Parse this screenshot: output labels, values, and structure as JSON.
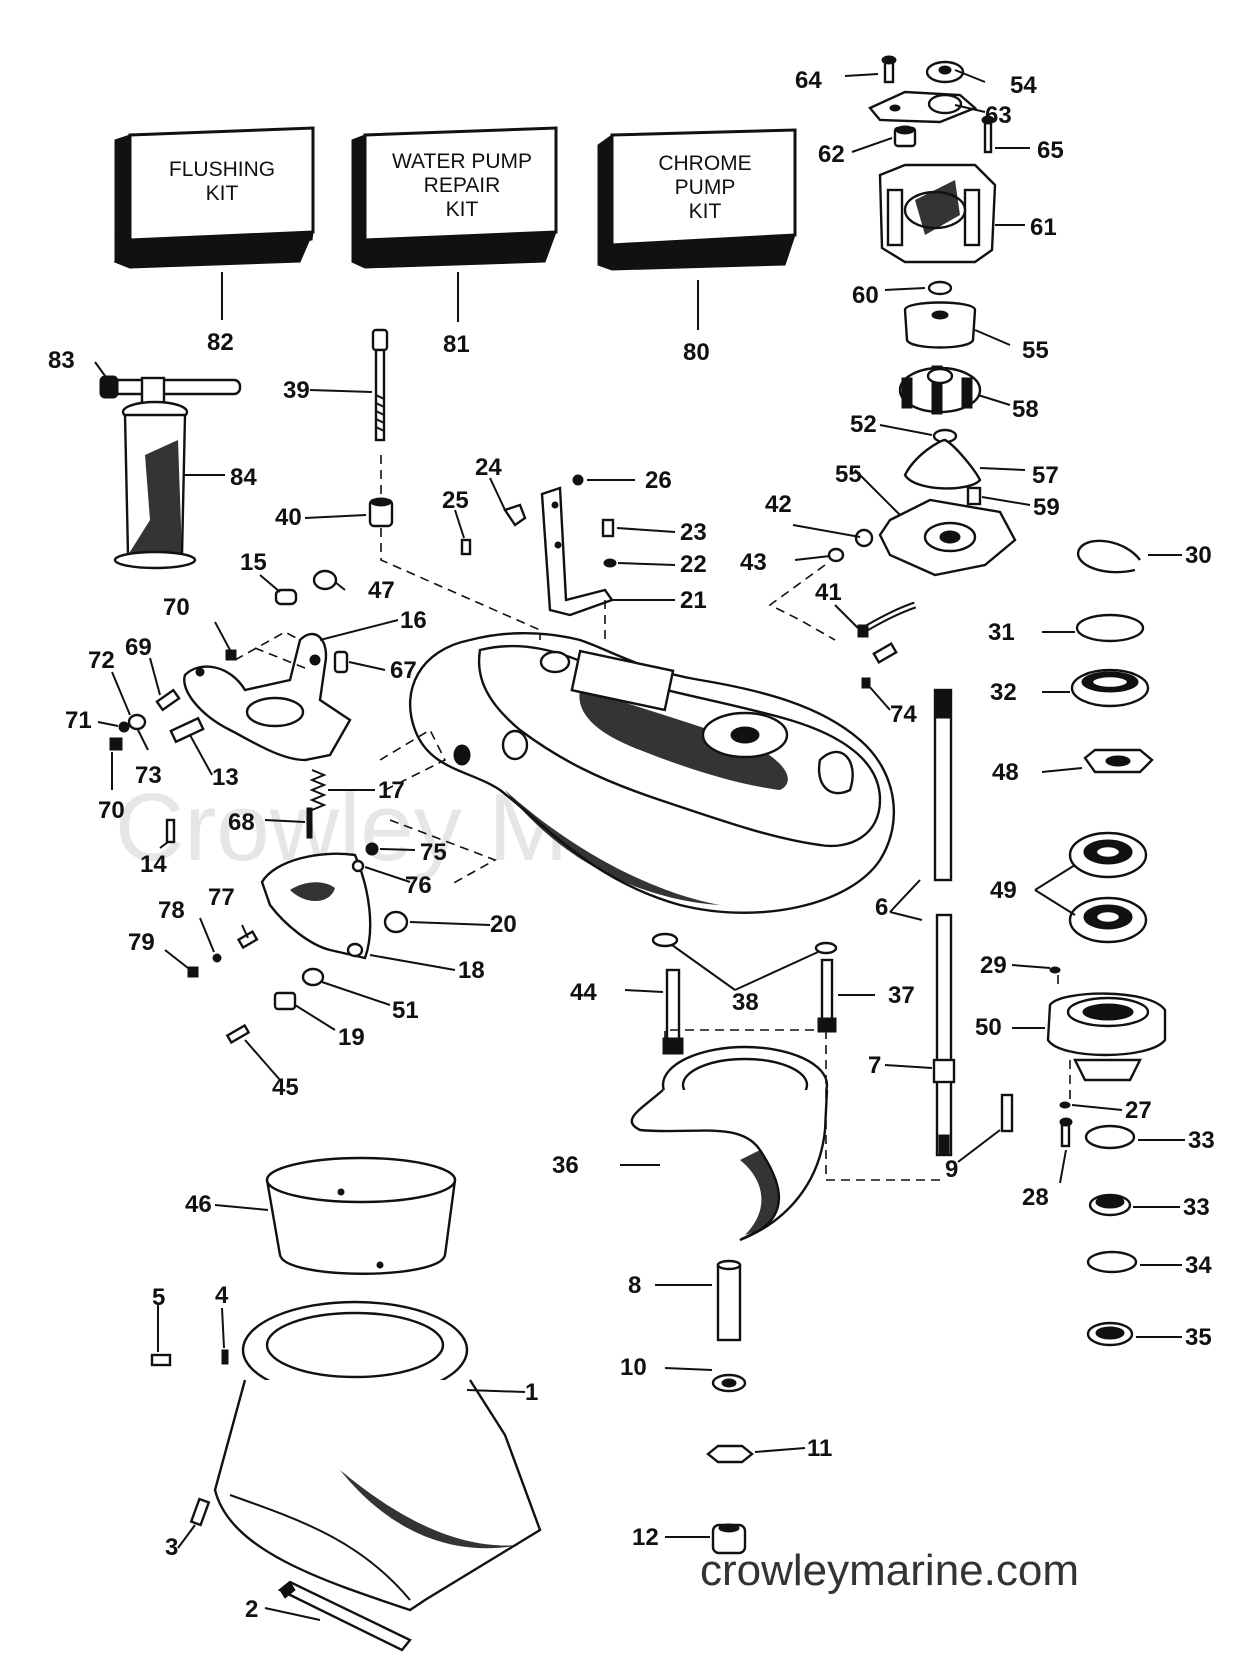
{
  "watermark": "Crowley Marine",
  "footer_url": "crowleymarine.com",
  "kits": [
    {
      "label": "FLUSHING\nKIT"
    },
    {
      "label": "WATER PUMP\nREPAIR\nKIT"
    },
    {
      "label": "CHROME\nPUMP\nKIT"
    }
  ],
  "callouts": [
    "1",
    "2",
    "3",
    "4",
    "5",
    "6",
    "7",
    "8",
    "9",
    "10",
    "11",
    "12",
    "13",
    "14",
    "15",
    "16",
    "17",
    "18",
    "19",
    "20",
    "21",
    "22",
    "23",
    "24",
    "25",
    "26",
    "27",
    "28",
    "29",
    "30",
    "31",
    "32",
    "33",
    "33",
    "34",
    "35",
    "36",
    "37",
    "38",
    "39",
    "40",
    "41",
    "42",
    "43",
    "44",
    "45",
    "46",
    "47",
    "48",
    "49",
    "50",
    "51",
    "52",
    "54",
    "55",
    "55",
    "57",
    "58",
    "59",
    "60",
    "61",
    "62",
    "63",
    "64",
    "65",
    "67",
    "68",
    "69",
    "70",
    "70",
    "71",
    "72",
    "73",
    "74",
    "75",
    "76",
    "77",
    "78",
    "79",
    "80",
    "81",
    "82",
    "83",
    "84"
  ]
}
